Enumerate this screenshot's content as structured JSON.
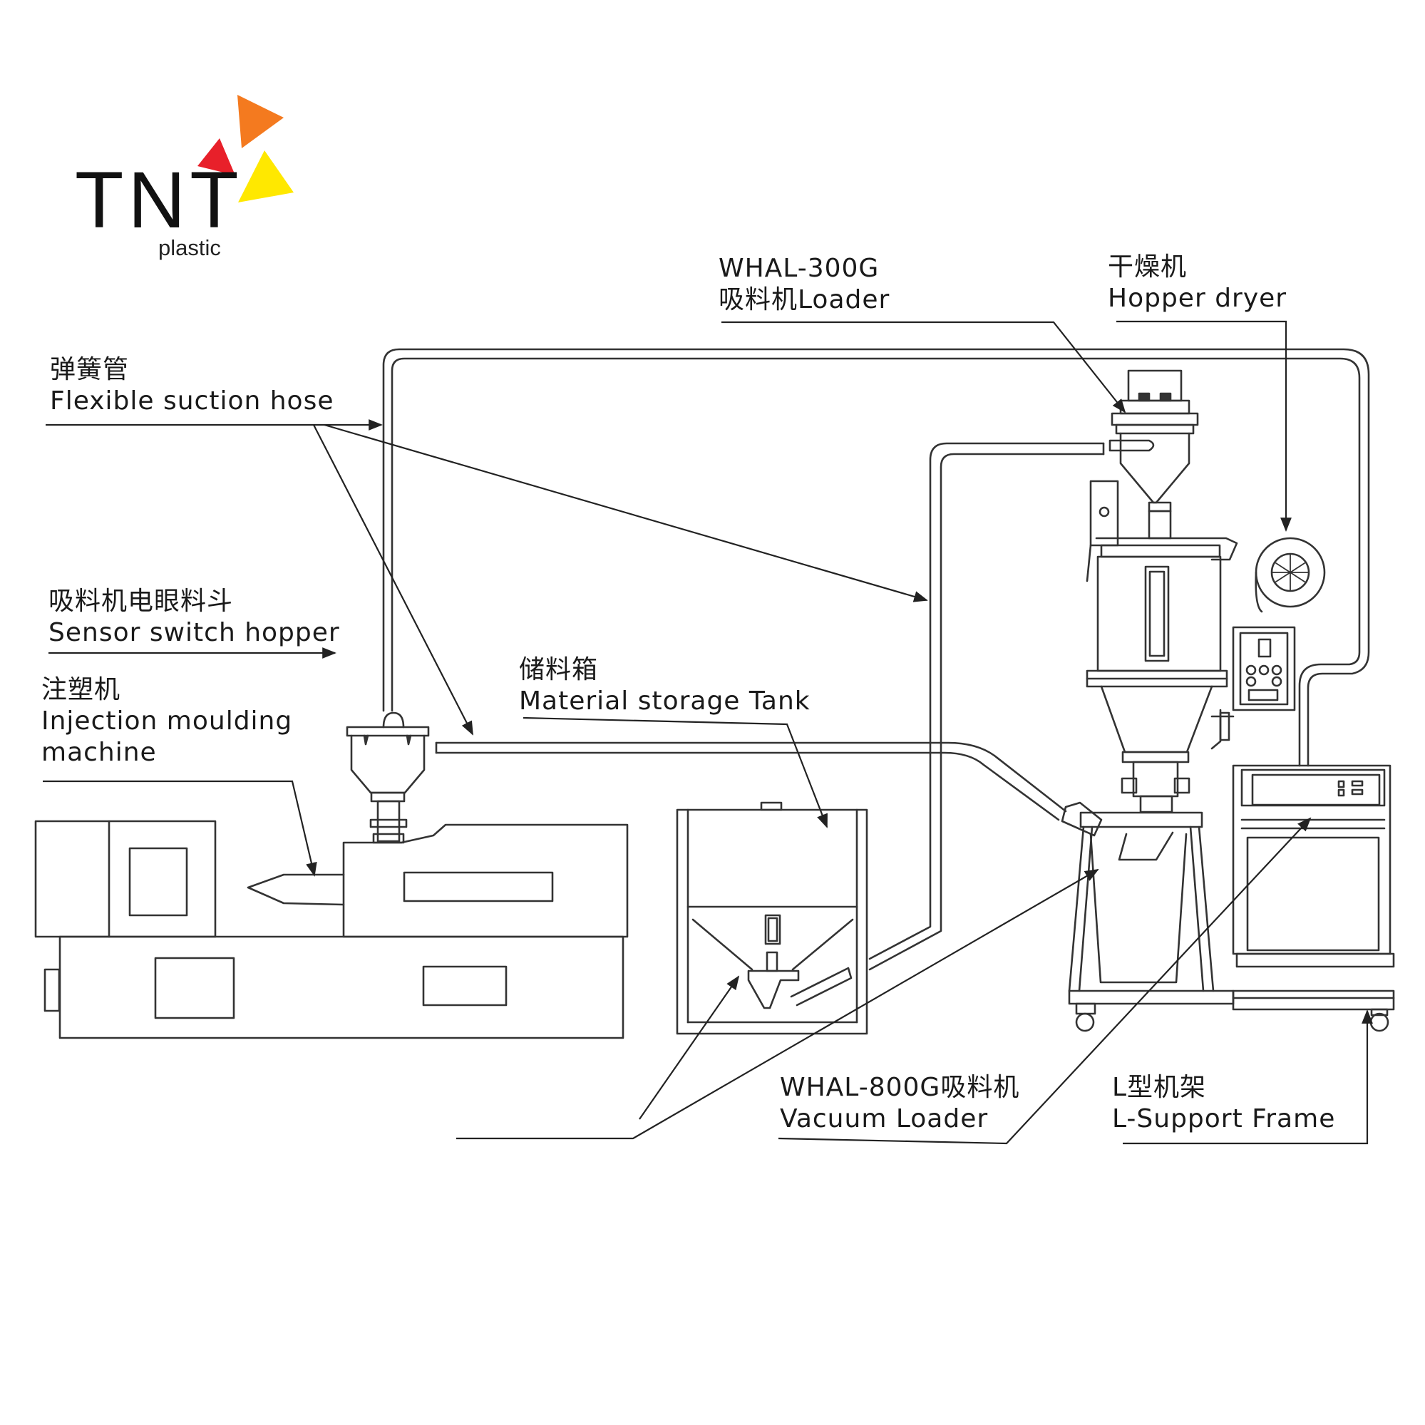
{
  "logo": {
    "brand": "TNT",
    "sub": "plastic",
    "colors": {
      "orange": "#f47a1f",
      "red": "#e8202a",
      "yellow": "#ffe800"
    }
  },
  "labels": {
    "hose": {
      "cn": "弹簧管",
      "en": "Flexible suction hose"
    },
    "sensor": {
      "cn": "吸料机电眼料斗",
      "en": "Sensor switch hopper"
    },
    "imm": {
      "cn": "注塑机",
      "en1": "Injection moulding",
      "en2": "machine"
    },
    "tank": {
      "cn": "储料箱",
      "en": "Material storage Tank"
    },
    "loader300": {
      "line1": "WHAL-300G",
      "line2": "吸料机Loader"
    },
    "dryer": {
      "cn": "干燥机",
      "en": "Hopper dryer"
    },
    "vacuum800": {
      "line1": "WHAL-800G吸料机",
      "line2": "Vacuum Loader"
    },
    "lframe": {
      "cn": "L型机架",
      "en": "L-Support Frame"
    }
  },
  "colors": {
    "line": "#333333"
  }
}
